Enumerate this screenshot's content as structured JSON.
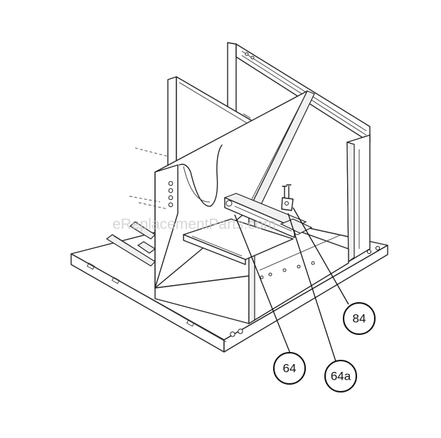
{
  "watermark": "eReplacementParts.com",
  "callouts": [
    {
      "id": "84",
      "label": "84"
    },
    {
      "id": "64",
      "label": "64"
    },
    {
      "id": "64a",
      "label": "64a"
    }
  ]
}
